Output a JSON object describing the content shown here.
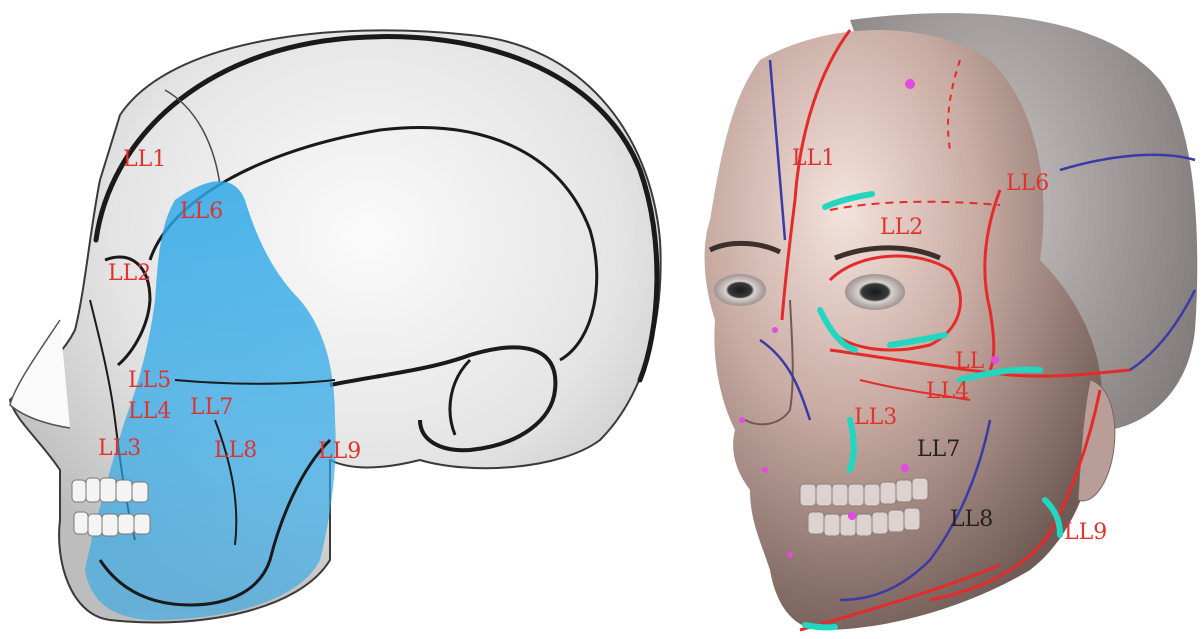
{
  "colors": {
    "label_red": "#e0332e",
    "label_black": "#222222",
    "region_blue": "#2ea8e8",
    "line_red": "#e52a2a",
    "line_cyan": "#22d6c0",
    "line_blue": "#3a3aa8",
    "dot_magenta": "#e24ae0"
  },
  "left_panel": {
    "labels": {
      "ll1": "LL1",
      "ll6": "LL6",
      "ll2": "LL2",
      "ll5": "LL5",
      "ll4": "LL4",
      "ll7": "LL7",
      "ll3": "LL3",
      "ll8": "LL8",
      "ll9": "LL9"
    }
  },
  "right_panel": {
    "labels": {
      "ll1": "LL1",
      "ll6": "LL6",
      "ll2": "LL2",
      "ll5": "LL",
      "ll4": "LL4",
      "ll3": "LL3",
      "ll7": "LL7",
      "ll8": "LL8",
      "ll9": "LL9"
    }
  }
}
